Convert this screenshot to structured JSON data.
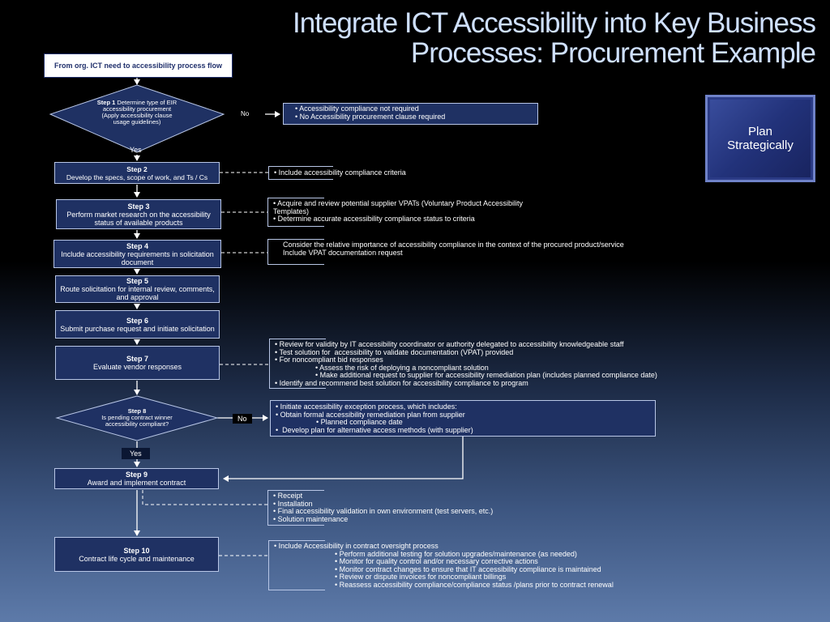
{
  "title": "Integrate ICT Accessibility into Key Business\nProcesses: Procurement Example",
  "start": "From org. ICT need  to accessibility process flow",
  "plan_box": "Plan\nStrategically",
  "step1": {
    "label": "Step 1",
    "text": "Determine type of EIR accessibility procurement (Apply accessibility clause usage guidelines)"
  },
  "step1_no": "No",
  "step1_yes": "Yes",
  "step1_note": [
    "• Accessibility compliance not required",
    "• No Accessibility procurement clause required"
  ],
  "step2": {
    "label": "Step 2",
    "text": "Develop the specs, scope of work, and Ts / Cs"
  },
  "step2_note": "• Include accessibility compliance criteria",
  "step3": {
    "label": "Step 3",
    "text": "Perform market research on the accessibility status of available products"
  },
  "step3_note": [
    "• Acquire and review potential supplier VPATs (Voluntary Product Accessibility",
    "Templates)",
    "• Determine accurate accessibility compliance status to criteria"
  ],
  "step4": {
    "label": "Step 4",
    "text": "Include accessibility requirements in solicitation document"
  },
  "step4_note": [
    "Consider the relative importance of accessibility compliance in the context of the procured product/service",
    "Include VPAT documentation request"
  ],
  "step5": {
    "label": "Step 5",
    "text": "Route solicitation for  internal review, comments, and approval"
  },
  "step6": {
    "label": "Step 6",
    "text": "Submit purchase request and initiate solicitation"
  },
  "step7": {
    "label": "Step 7",
    "text": "Evaluate vendor responses"
  },
  "step7_note": [
    "• Review for validity by IT accessibility coordinator or authority delegated to accessibility knowledgeable staff",
    "• Test solution for  accessibility to validate documentation (VPAT) provided",
    "• For noncompliant bid responses",
    "                    • Assess the risk of deploying a noncompliant solution",
    "                    • Make additional request to supplier for accessibility remediation plan (includes planned compliance date)",
    "• Identify and recommend best solution for accessibility compliance to program"
  ],
  "step8": {
    "label": "Step 8",
    "text": "Is pending contract winner accessibility compliant?"
  },
  "step8_no": "No",
  "step8_yes": "Yes",
  "step8_note": [
    "• Initiate accessibility exception process, which includes:",
    "• Obtain formal accessibility remediation plan from supplier",
    "                    • Planned compliance date",
    "•  Develop plan for alternative access methods (with supplier)"
  ],
  "step9": {
    "label": "Step 9",
    "text": "Award and implement contract"
  },
  "step9_note": [
    "• Receipt",
    "• Installation",
    "• Final accessibility validation in own environment (test servers, etc.)",
    "• Solution maintenance"
  ],
  "step10": {
    "label": "Step 10",
    "text": "Contract life cycle and maintenance"
  },
  "step10_note": [
    "• Include Accessibility in contract oversight process",
    "                              • Perform additional testing for solution upgrades/maintenance (as needed)",
    "                              • Monitor for quality control and/or necessary corrective actions",
    "                              • Monitor contract changes to ensure that IT accessibility compliance is maintained",
    "                              • Review or dispute invoices for noncompliant billings",
    "                              • Reassess accessibility compliance/compliance status /plans prior to contract renewal"
  ]
}
